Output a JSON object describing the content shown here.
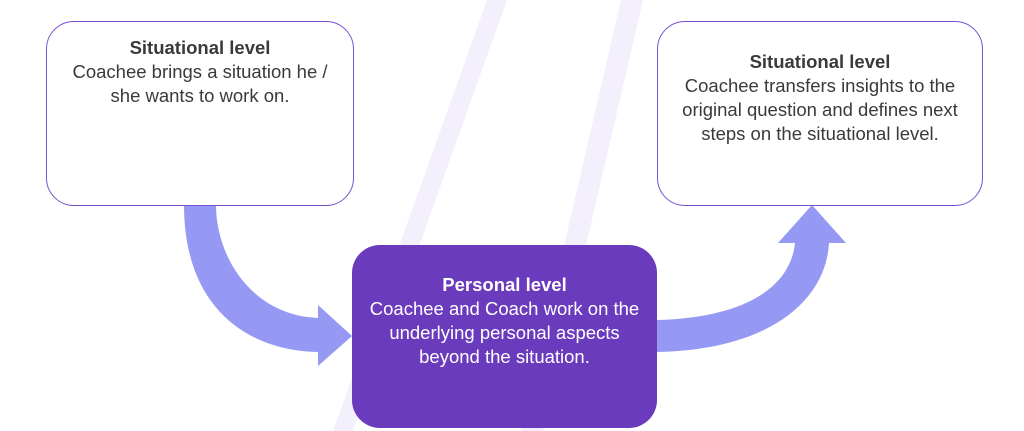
{
  "colors": {
    "box_border": "#7a52d1",
    "personal_fill": "#6a3bbd",
    "arrow_fill": "#9599f3",
    "stripe_fill": "#f4effc",
    "text_dark": "#3a3a3a",
    "text_light": "#ffffff"
  },
  "nodes": {
    "situational_start": {
      "title": "Situational level",
      "body": "Coachee brings a situation he / she wants to work on."
    },
    "personal": {
      "title": "Personal level",
      "body": "Coachee and Coach work on the underlying personal aspects beyond the situation."
    },
    "situational_end": {
      "title": "Situational level",
      "body": "Coachee transfers insights to the original question and defines next steps on the situational level."
    }
  },
  "edges": [
    {
      "from": "situational_start",
      "to": "personal"
    },
    {
      "from": "personal",
      "to": "situational_end"
    }
  ]
}
